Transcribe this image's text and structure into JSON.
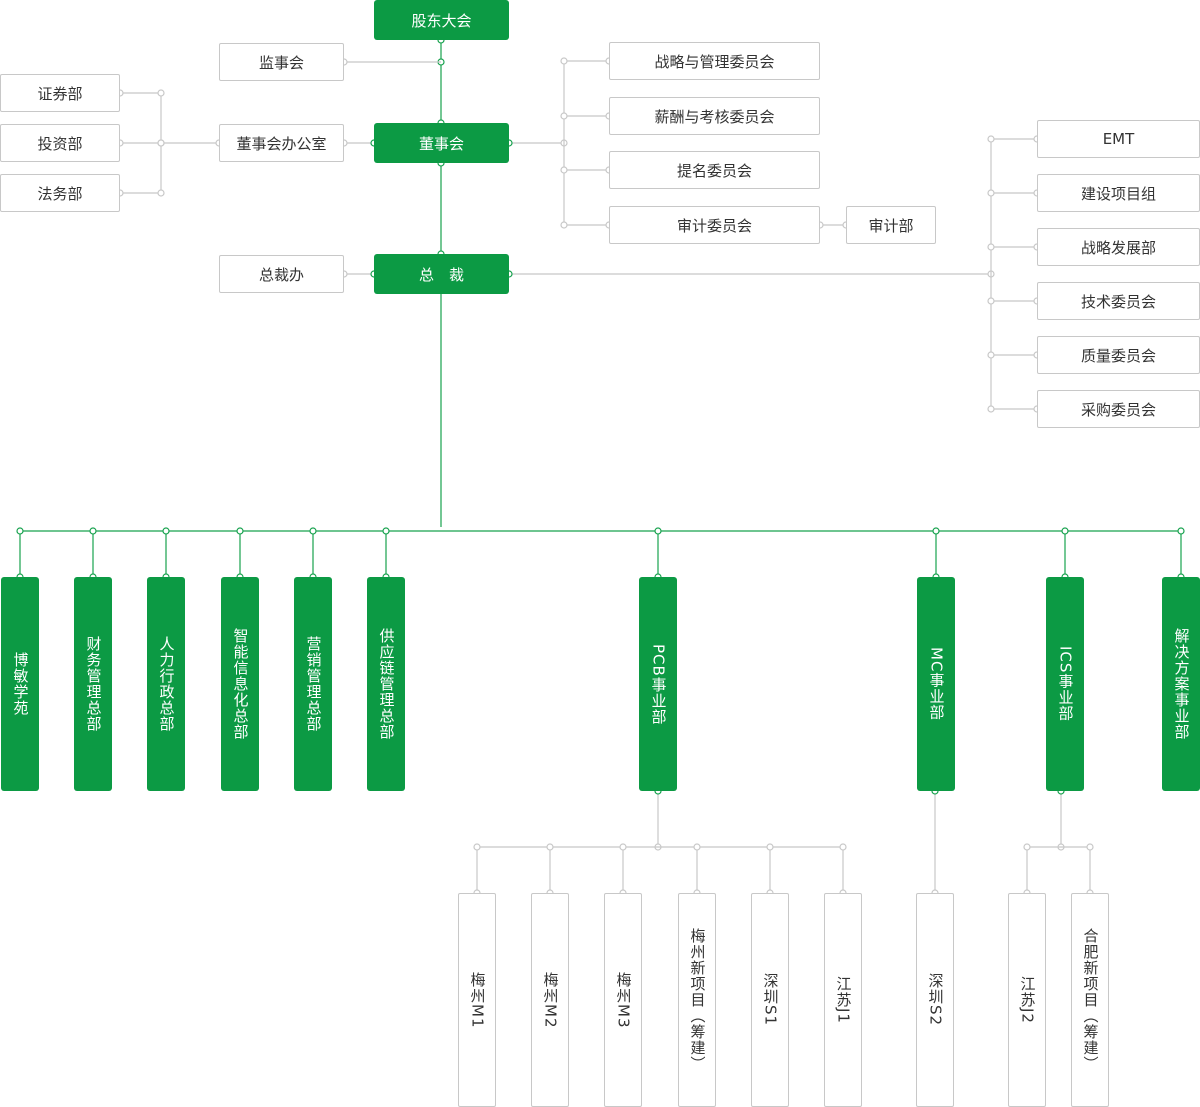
{
  "colors": {
    "green": "#0c9a44",
    "line_green": "#17a24e",
    "line_gray": "#c8c8c8",
    "text": "#333333"
  },
  "top": {
    "shareholders": "股东大会",
    "supervisory": "监事会",
    "board": "董事会",
    "board_office": "董事会办公室",
    "president": "总　裁",
    "president_office": "总裁办"
  },
  "board_office_depts": [
    "证券部",
    "投资部",
    "法务部"
  ],
  "committees": [
    "战略与管理委员会",
    "薪酬与考核委员会",
    "提名委员会",
    "审计委员会"
  ],
  "audit_dept": "审计部",
  "president_right": [
    "EMT",
    "建设项目组",
    "战略发展部",
    "技术委员会",
    "质量委员会",
    "采购委员会"
  ],
  "divisions": [
    "博敏学苑",
    "财务管理总部",
    "人力行政总部",
    "智能信息化总部",
    "营销管理总部",
    "供应链管理总部",
    "PCB事业部",
    "MC事业部",
    "ICS事业部",
    "解决方案事业部"
  ],
  "pcb_units": [
    "梅州M1",
    "梅州M2",
    "梅州M3",
    "梅州新项目（筹建）",
    "深圳S1",
    "江苏J1"
  ],
  "mc_units": [
    "深圳S2"
  ],
  "ics_units": [
    "江苏J2",
    "合肥新项目（筹建）"
  ]
}
